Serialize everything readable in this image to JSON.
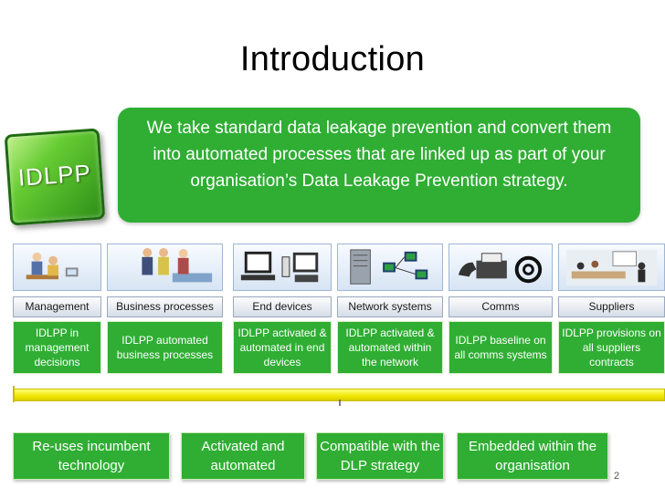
{
  "slide": {
    "title": "Introduction",
    "page_number": "2"
  },
  "logo": {
    "text": "IDLPP"
  },
  "banner": {
    "text": "We take standard data leakage prevention and convert them into automated processes that are linked up as part of your organisation’s Data Leakage Prevention strategy."
  },
  "columns": [
    {
      "label": "Management",
      "description": "IDLPP in management decisions",
      "icon": "people-meeting-icon"
    },
    {
      "label": "Business processes",
      "description": "IDLPP automated business processes",
      "icon": "business-people-icon"
    },
    {
      "label": "End devices",
      "description": "IDLPP activated & automated in end devices",
      "icon": "computers-icon"
    },
    {
      "label": "Network systems",
      "description": "IDLPP activated & automated within the network",
      "icon": "network-servers-icon"
    },
    {
      "label": "Comms",
      "description": "IDLPP baseline on all comms systems",
      "icon": "phone-fax-email-icon"
    },
    {
      "label": "Suppliers",
      "description": "IDLPP provisions on all suppliers contracts",
      "icon": "conference-room-icon"
    }
  ],
  "outcomes": [
    {
      "text": "Re-uses incumbent technology"
    },
    {
      "text": "Activated and automated"
    },
    {
      "text": "Compatible with the DLP strategy"
    },
    {
      "text": "Embedded within the organisation"
    }
  ],
  "colors": {
    "green": "#2fae33",
    "yellow": "#f0e600",
    "panel_blue": "#d7e4f4"
  }
}
